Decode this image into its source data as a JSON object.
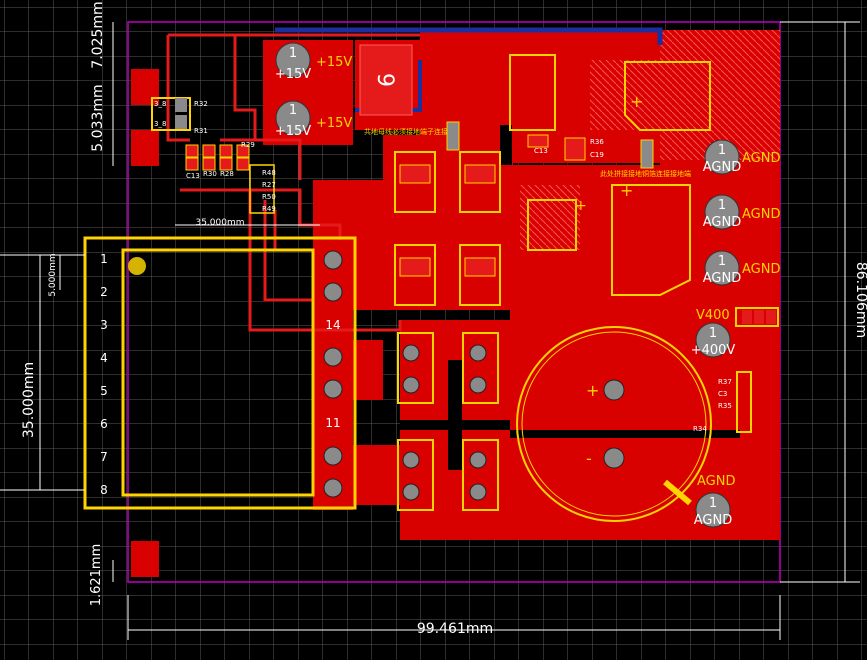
{
  "dimensions": {
    "overall_width": "99.461mm",
    "overall_height": "86.106mm",
    "top_left_1": "7.025mm",
    "top_left_2": "5.033mm",
    "module_width": "35.000mm",
    "module_height": "35.000mm",
    "pin_pitch": "5.000mm",
    "bottom_left": "1.621mm"
  },
  "connectors": {
    "p15_top": "+15V",
    "p15_bottom": "+15V",
    "agnd_1": "AGND",
    "agnd_2": "AGND",
    "agnd_3": "AGND",
    "agnd_bottom": "AGND",
    "v400": "V400",
    "v400_pad": "+400V",
    "pad_number": "1"
  },
  "module_pins": {
    "left": [
      "1",
      "2",
      "3",
      "4",
      "5",
      "6",
      "7",
      "8"
    ],
    "right_14": "14",
    "right_11": "11"
  },
  "ic_marking": "9",
  "designators": {
    "r32": "R32",
    "r31": "R31",
    "r29": "R29",
    "c13": "C13",
    "r30": "R30",
    "r28": "R28",
    "r48": "R48",
    "r27": "R27",
    "r50": "R50",
    "r49": "R49",
    "r36": "R36",
    "c19": "C19",
    "c13b": "C13",
    "r37": "R37",
    "c3": "C3",
    "r35": "R35",
    "r34": "R34",
    "j1": "3_8",
    "j2": "3_8"
  },
  "silk_notes": {
    "note_a": "共地母线必须接地端子连接",
    "note_b": "此处拼接接地铜箔连接接地端"
  },
  "colors": {
    "background": "#000000",
    "grid": "#5a5a5a",
    "top_copper": "#d90000",
    "top_copper_light": "#e51a1a",
    "bottom_copper": "#1c2f9e",
    "silkscreen": "#ffd400",
    "pad_gray": "#8a8a8a",
    "drill": "#111111",
    "board_outline": "#c000c0",
    "dim_line": "#ffffff"
  }
}
